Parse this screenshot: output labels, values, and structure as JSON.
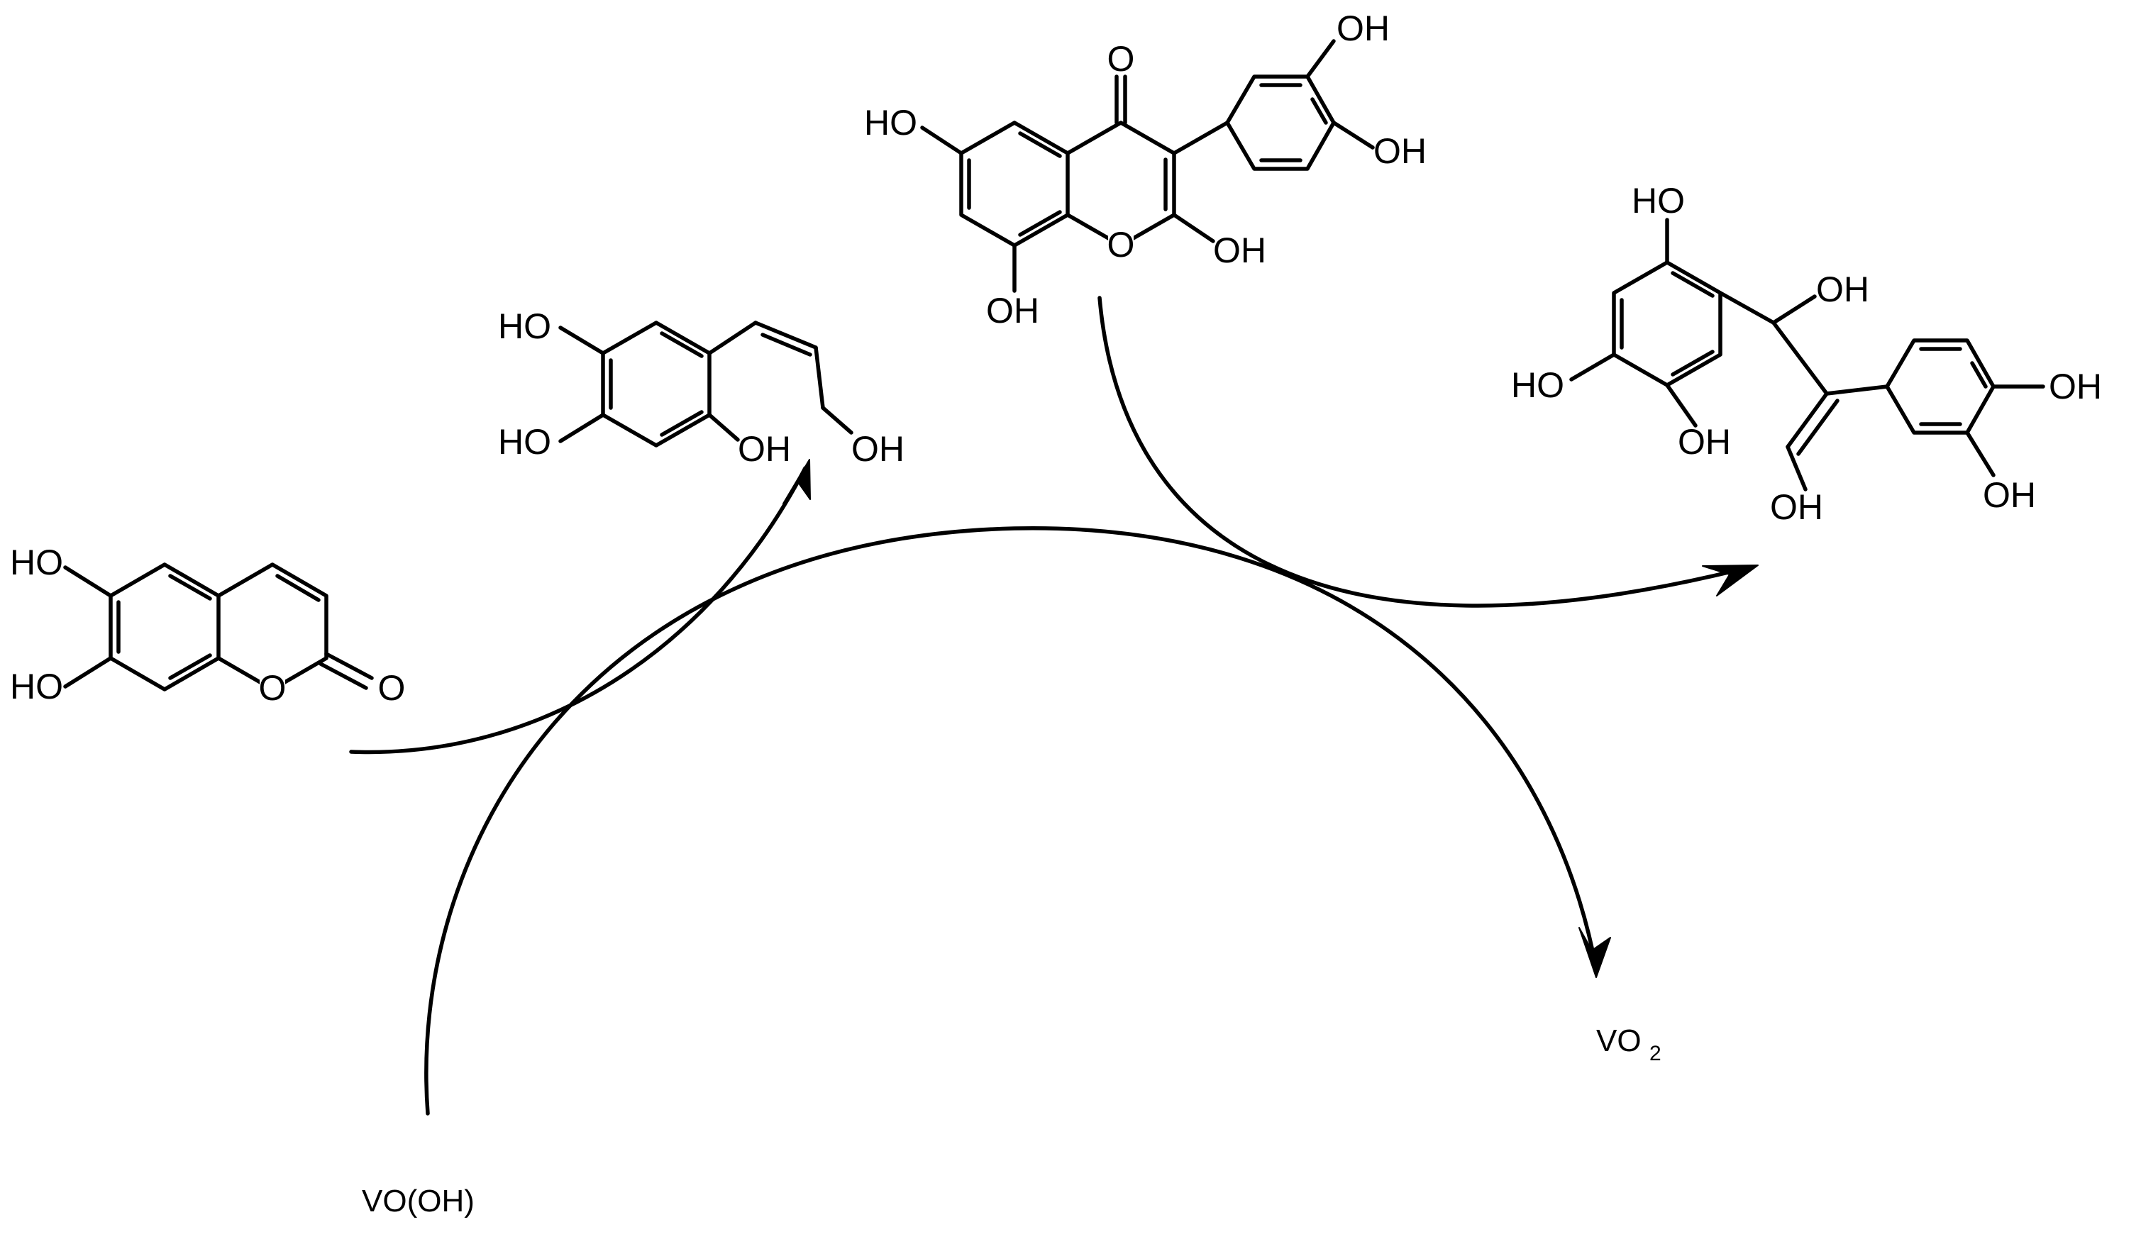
{
  "reagents": {
    "start": "VO(OH)",
    "end_main": "VO",
    "end_sub": "2"
  },
  "atom_labels": {
    "oh": "OH",
    "ho": "HO",
    "o": "O"
  },
  "molecules": [
    {
      "id": "esculetin"
    },
    {
      "id": "ring-opened-catechol-propenol"
    },
    {
      "id": "flavonol"
    },
    {
      "id": "ring-opened-flavonol-product"
    }
  ]
}
